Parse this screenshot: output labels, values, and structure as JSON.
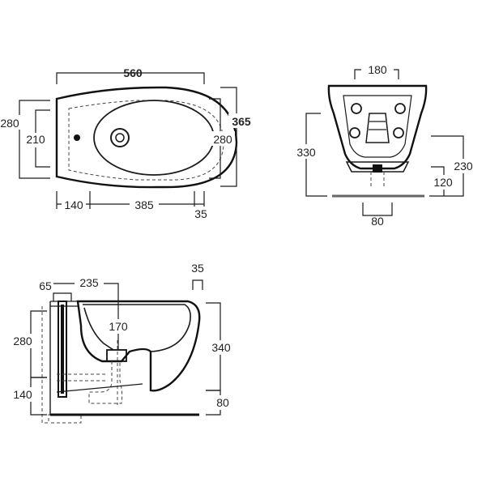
{
  "figure": {
    "top_view": {
      "dims": {
        "overall_length": "560",
        "overall_depth": "365",
        "left_outer_height": "280",
        "left_inner_height": "210",
        "right_inner_height": "280",
        "bottom_left": "140",
        "bottom_middle": "385",
        "bottom_right": "35"
      }
    },
    "front_view": {
      "dims": {
        "top_width": "180",
        "left_height": "330",
        "right_upper_height": "230",
        "right_lower_height": "120",
        "bottom_width": "80"
      }
    },
    "side_view": {
      "dims": {
        "top_small": "65",
        "top_width": "235",
        "top_right": "35",
        "inner_depth": "170",
        "left_upper_height": "280",
        "left_lower_height": "140",
        "right_upper_height": "340",
        "right_lower_height": "80"
      }
    }
  }
}
